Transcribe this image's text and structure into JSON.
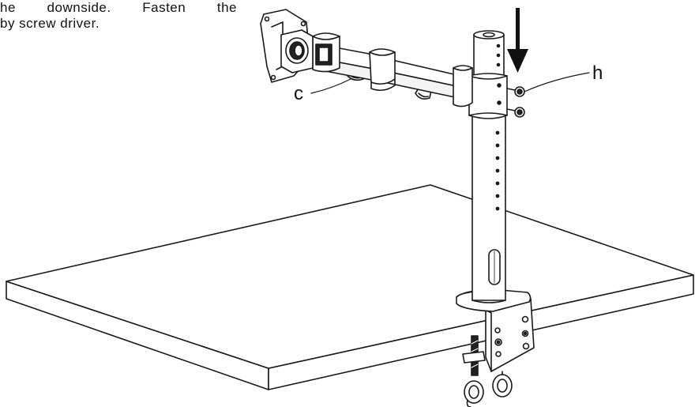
{
  "instruction": {
    "line1": "he downside. Fasten the",
    "line2": "by screw driver."
  },
  "callouts": {
    "c": "c",
    "h": "h"
  },
  "colors": {
    "stroke": "#1a1a1a",
    "fill": "#ffffff",
    "dark": "#222222"
  },
  "icons": {
    "arrow": "down-arrow-icon"
  }
}
